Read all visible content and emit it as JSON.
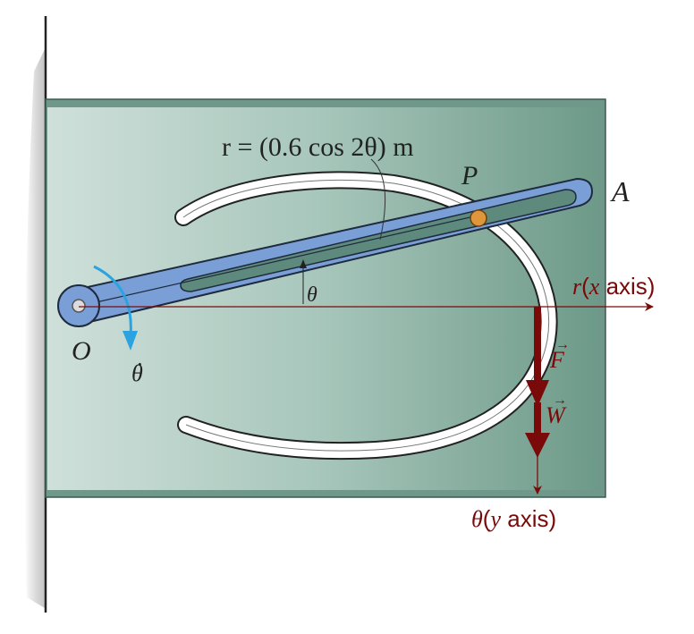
{
  "diagram": {
    "equation": "r = (0.6 cos 2θ) m",
    "labels": {
      "pin": "P",
      "arm_end": "A",
      "pivot": "O",
      "angle": "θ",
      "angular_velocity_symbol": "θ",
      "force_f": "F",
      "force_w": "W"
    },
    "axes": {
      "x_axis_symbol": "r",
      "x_axis_text": "(x axis)",
      "x_axis_var": "x",
      "y_axis_symbol": "θ",
      "y_axis_var": "y",
      "y_axis_text": "axis)"
    },
    "colors": {
      "plate": "#8fb5a7",
      "arm": "#7a9fd6",
      "pin": "#e0963a",
      "omega_arrow": "#2aa3e0",
      "force_arrows": "#7a0a0a",
      "slot": "#ffffff"
    }
  }
}
